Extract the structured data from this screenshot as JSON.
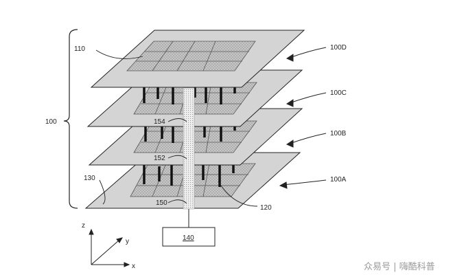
{
  "labels": {
    "stack": "100",
    "grid_top": "110",
    "layer_d": "100D",
    "layer_c": "100C",
    "layer_b": "100B",
    "layer_a": "100A",
    "substrate": "130",
    "via_c": "154",
    "via_b": "152",
    "via_a": "150",
    "pillar": "120",
    "controller": "140"
  },
  "axes": {
    "z": "z",
    "y": "y",
    "x": "x"
  },
  "watermark": "众易号 | 嗨酷科普",
  "colors": {
    "line": "#222222",
    "plate": "#d4d4d4",
    "grid": "#bdbdbd",
    "via": "#e6e6e6"
  }
}
